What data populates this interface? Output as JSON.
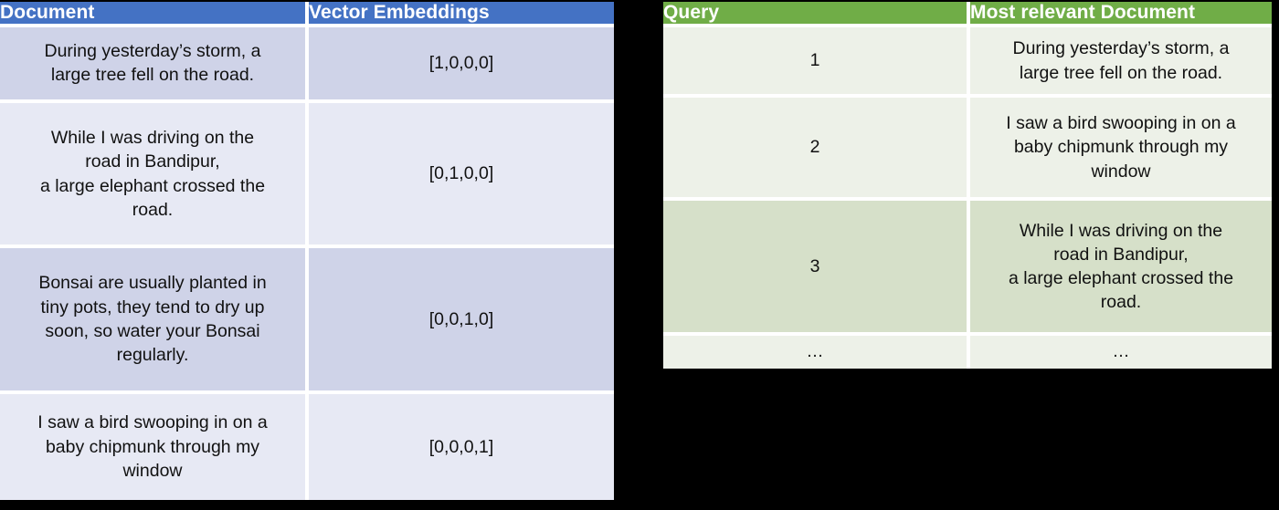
{
  "colors": {
    "background": "#000000",
    "document_header_bg": "#4472C4",
    "document_band_dark": "#CFD3E8",
    "document_band_light": "#E7E9F4",
    "query_header_bg": "#70AD47",
    "query_band_dark": "#D6E0C9",
    "query_band_light": "#EDF1E8",
    "header_text": "#FFFFFF",
    "body_text": "#111111"
  },
  "document_table": {
    "name": "document-embeddings-table",
    "headers": [
      "Document",
      "Vector Embeddings"
    ],
    "rows": [
      {
        "document": "During yesterday’s storm, a\nlarge tree fell on the road.",
        "embedding": "[1,0,0,0]"
      },
      {
        "document": "While I was driving on the\nroad in Bandipur,\na large elephant crossed the\nroad.",
        "embedding": "[0,1,0,0]"
      },
      {
        "document": "Bonsai are usually planted in\ntiny pots, they tend to dry up\nsoon, so water your Bonsai\nregularly.",
        "embedding": "[0,0,1,0]"
      },
      {
        "document": "I saw a bird swooping in on a\nbaby chipmunk through my\nwindow",
        "embedding": "[0,0,0,1]"
      }
    ]
  },
  "query_table": {
    "name": "query-relevance-table",
    "headers": [
      "Query",
      "Most relevant Document"
    ],
    "rows": [
      {
        "query": "1",
        "document": "During yesterday’s storm, a\nlarge tree fell on the road."
      },
      {
        "query": "2",
        "document": "I saw a bird swooping in on a\nbaby chipmunk through my\nwindow"
      },
      {
        "query": "3",
        "document": "While I was driving on the\nroad in Bandipur,\na large elephant crossed the\nroad."
      },
      {
        "query": "…",
        "document": "…"
      }
    ]
  }
}
